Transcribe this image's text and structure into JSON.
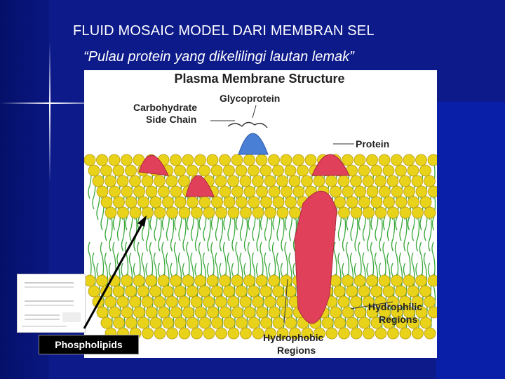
{
  "title": "FLUID MOSAIC MODEL DARI MEMBRAN SEL",
  "subtitle": "“Pulau protein yang dikelilingi lautan lemak”",
  "figure": {
    "heading": "Plasma Membrane Structure",
    "labels": {
      "carbohydrate": [
        "Carbohydrate",
        "Side Chain"
      ],
      "glycoprotein": "Glycoprotein",
      "protein": "Protein",
      "hydrophilic": [
        "Hydrophilic",
        "Regions"
      ],
      "hydrophobic": [
        "Hydrophobic",
        "Regions"
      ]
    }
  },
  "callout": {
    "phospholipids": "Phospholipids"
  },
  "colors": {
    "background": "#0d1a8a",
    "head": "#e8d21a",
    "tail": "#3aa83a",
    "protein_red": "#e0405a",
    "protein_blue": "#4a7fd6"
  }
}
